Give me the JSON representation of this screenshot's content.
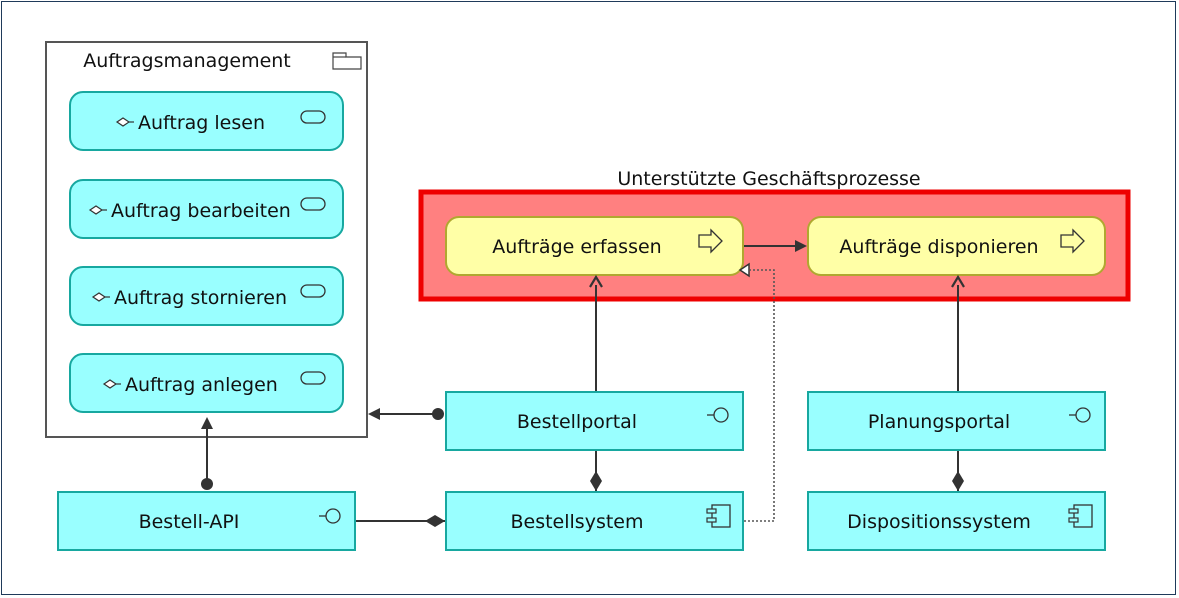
{
  "diagram": {
    "group": {
      "title": "Auftragsmanagement",
      "services": [
        {
          "label": "Auftrag lesen"
        },
        {
          "label": "Auftrag bearbeiten"
        },
        {
          "label": "Auftrag stornieren"
        },
        {
          "label": "Auftrag anlegen"
        }
      ]
    },
    "process_group": {
      "title": "Unterstützte Geschäftsprozesse",
      "processes": [
        {
          "label": "Aufträge erfassen"
        },
        {
          "label": "Aufträge disponieren"
        }
      ]
    },
    "interfaces": [
      {
        "label": "Bestellportal"
      },
      {
        "label": "Planungsportal"
      },
      {
        "label": "Bestell-API"
      }
    ],
    "components": [
      {
        "label": "Bestellsystem"
      },
      {
        "label": "Dispositionssystem"
      }
    ],
    "colors": {
      "service_fill": "#99ffff",
      "service_stroke": "#17a8a0",
      "process_fill": "#ffffa6",
      "process_stroke": "#b0a830",
      "highlight_fill": "#ff8080",
      "highlight_stroke": "#ee0000",
      "line": "#333333"
    }
  }
}
